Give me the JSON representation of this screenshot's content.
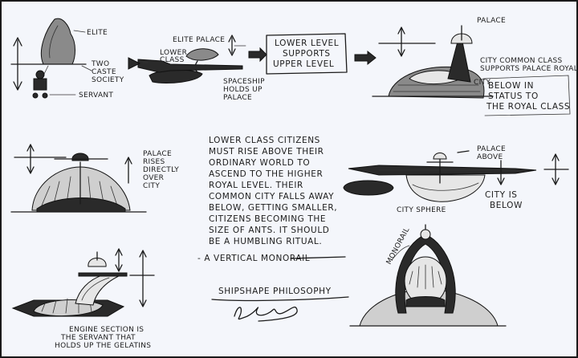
{
  "labels": {
    "elite": "ELITE",
    "two_caste": [
      "TWO",
      "CASTE",
      "SOCIETY"
    ],
    "servant": "SERVANT",
    "elite_palace": "ELITE PALACE",
    "lower_class": [
      "LOWER",
      "CLASS"
    ],
    "spaceship": [
      "SPACESHIP",
      "HOLDS UP",
      "PALACE"
    ],
    "lower_level_box": [
      "LOWER LEVEL",
      "SUPPORTS",
      "UPPER LEVEL"
    ],
    "palace_1": "PALACE",
    "city_common": [
      "CITY COMMON CLASS",
      "SUPPORTS PALACE ROYALTY"
    ],
    "city": "CITY",
    "below_status": [
      "BELOW IN",
      "STATUS TO",
      "THE ROYAL CLASS"
    ],
    "palace_rises": [
      "PALACE",
      "RISES",
      "DIRECTLY",
      "OVER",
      "CITY"
    ],
    "palace_above": [
      "PALACE",
      "ABOVE"
    ],
    "city_sphere": "CITY SPHERE",
    "city_below": [
      "CITY IS",
      "BELOW"
    ],
    "monorail_side": "MONORAIL",
    "engine": [
      "ENGINE SECTION IS",
      "THE SERVANT THAT",
      "HOLDS UP THE GELATINS"
    ]
  },
  "notes": {
    "paragraph": [
      "LOWER CLASS CITIZENS",
      "MUST RISE ABOVE THEIR",
      "ORDINARY WORLD TO",
      "ASCEND TO THE HIGHER",
      "ROYAL LEVEL. THEIR",
      "COMMON CITY FALLS AWAY",
      "BELOW, GETTING SMALLER,",
      "CITIZENS BECOMING THE",
      "SIZE OF ANTS. IT SHOULD",
      "BE A HUMBLING RITUAL."
    ],
    "monorail": "- A VERTICAL MONORAIL",
    "heading": "SHIPSHAPE PHILOSOPHY"
  },
  "colors": {
    "paper": "#f4f6fb",
    "ink": "#1b1b1b"
  }
}
